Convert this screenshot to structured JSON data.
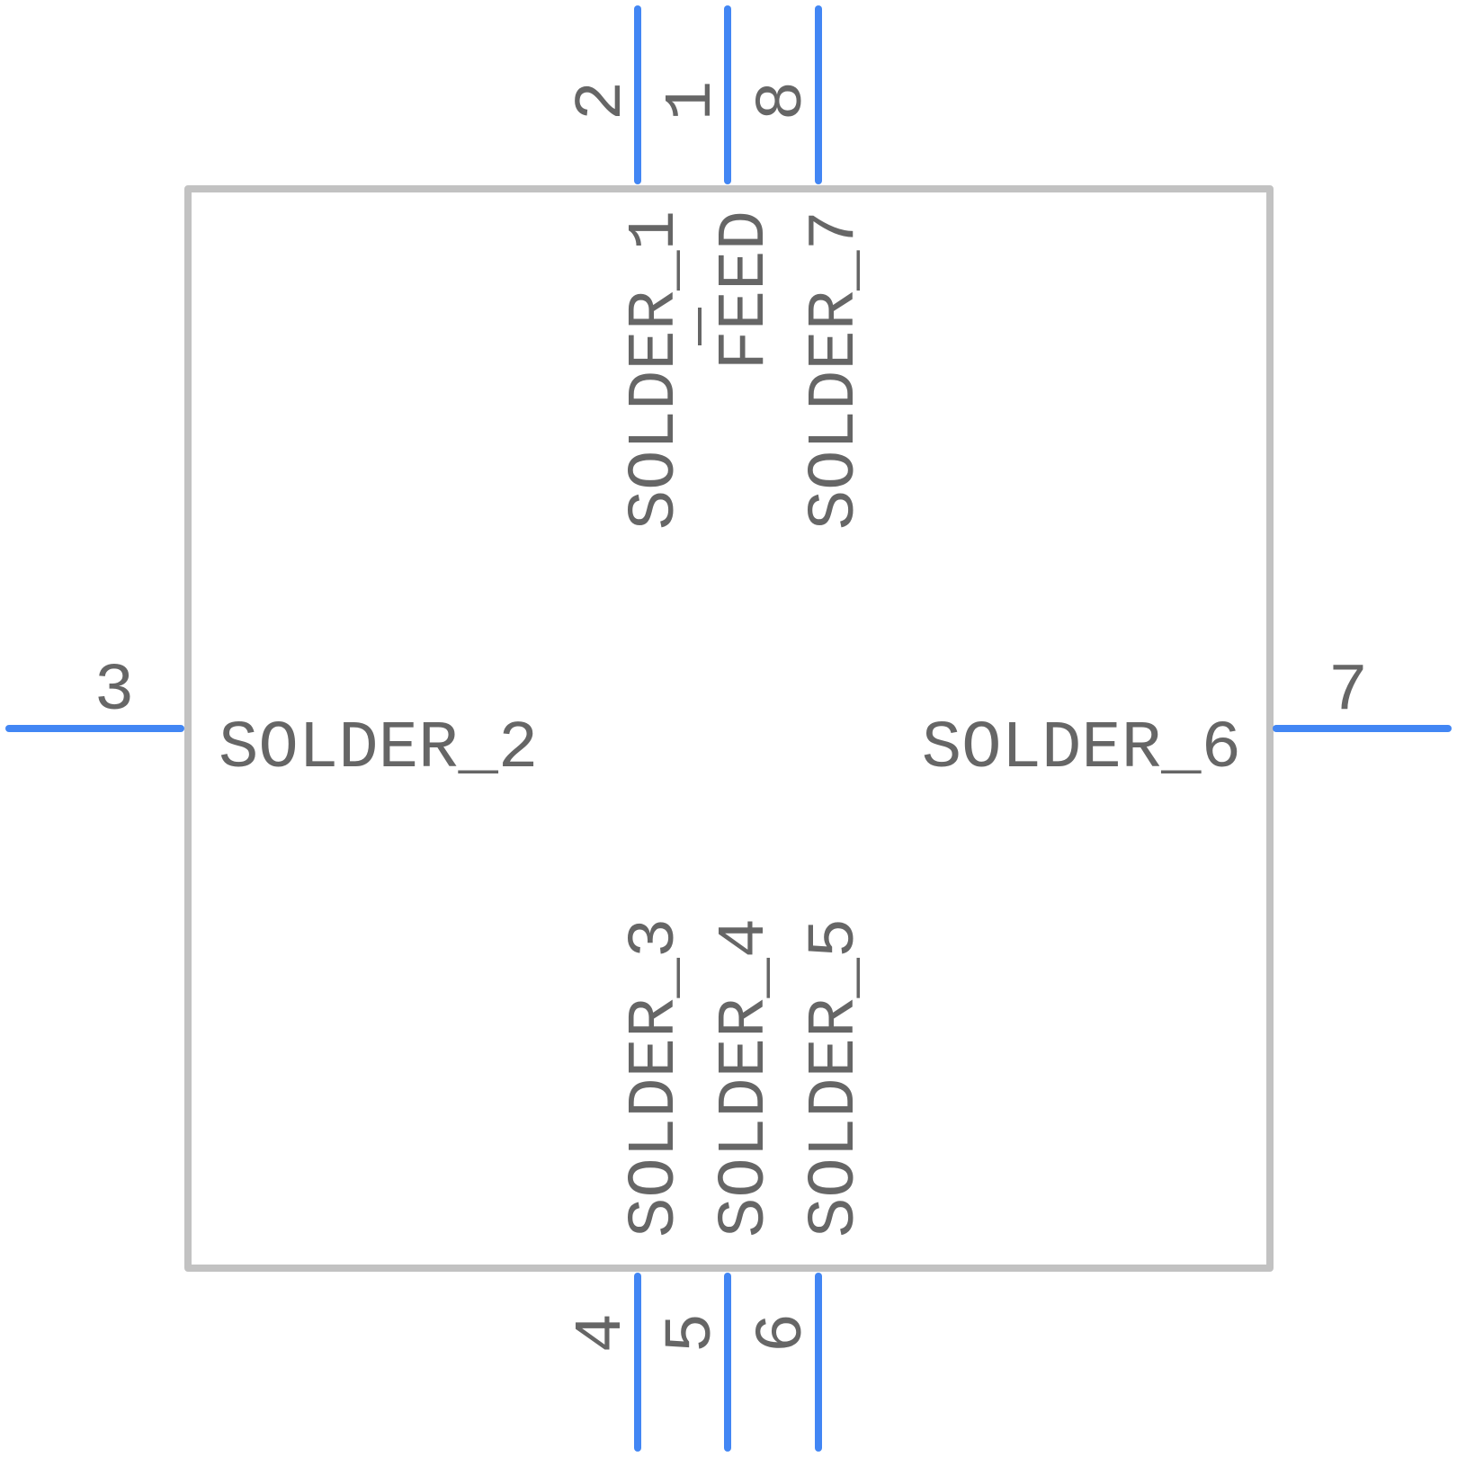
{
  "colors": {
    "pin": "#4286f4",
    "body_outline": "#c2c2c2",
    "text": "#666666",
    "background": "#ffffff"
  },
  "pins": [
    {
      "number": "1",
      "name": "FEED",
      "name_overline": "E",
      "side": "top"
    },
    {
      "number": "2",
      "name": "SOLDER_1",
      "side": "top"
    },
    {
      "number": "3",
      "name": "SOLDER_2",
      "side": "left"
    },
    {
      "number": "4",
      "name": "SOLDER_3",
      "side": "bottom"
    },
    {
      "number": "5",
      "name": "SOLDER_4",
      "side": "bottom"
    },
    {
      "number": "6",
      "name": "SOLDER_5",
      "side": "bottom"
    },
    {
      "number": "7",
      "name": "SOLDER_6",
      "side": "right"
    },
    {
      "number": "8",
      "name": "SOLDER_7",
      "side": "top"
    }
  ]
}
